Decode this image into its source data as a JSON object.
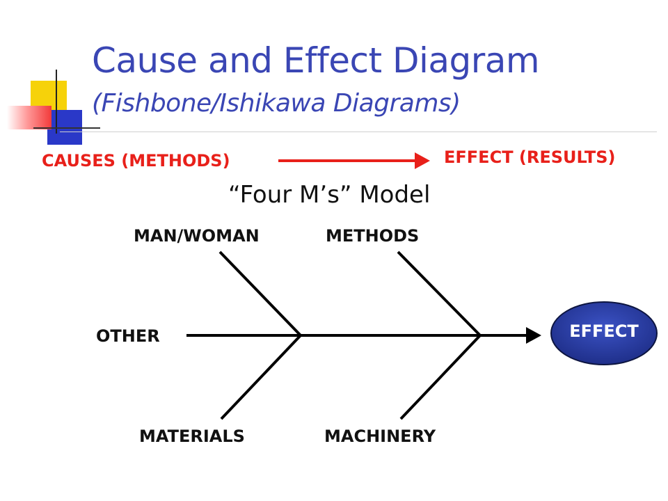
{
  "slide": {
    "title": "Cause and Effect Diagram",
    "subtitle": "(Fishbone/Ishikawa Diagrams)",
    "causes_label": "CAUSES (METHODS)",
    "effect_results_label": "EFFECT (RESULTS)",
    "model_title": "“Four M’s” Model"
  },
  "fishbone": {
    "bones": {
      "man": "MAN/WOMAN",
      "methods": "METHODS",
      "other": "OTHER",
      "materials": "MATERIALS",
      "machinery": "MACHINERY"
    },
    "effect": "EFFECT"
  },
  "colors": {
    "title": "#3a46b4",
    "accent_red": "#e8201a",
    "effect_fill": "#2b3ea3",
    "line": "#000000"
  }
}
